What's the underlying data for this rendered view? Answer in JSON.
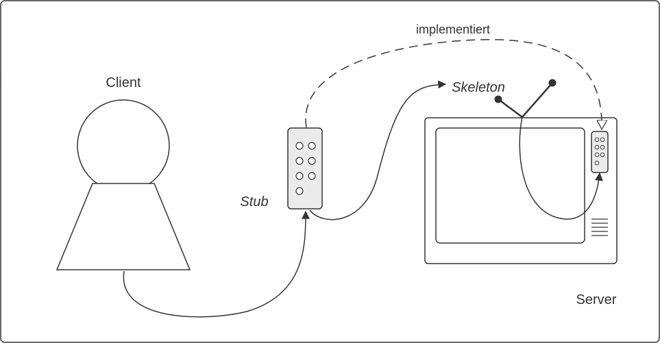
{
  "labels": {
    "client": "Client",
    "stub": "Stub",
    "skeleton": "Skeleton",
    "implementiert": "implementiert",
    "server": "Server"
  },
  "colors": {
    "stroke": "#333333",
    "device_fill": "#ebebeb",
    "background": "#ffffff"
  }
}
